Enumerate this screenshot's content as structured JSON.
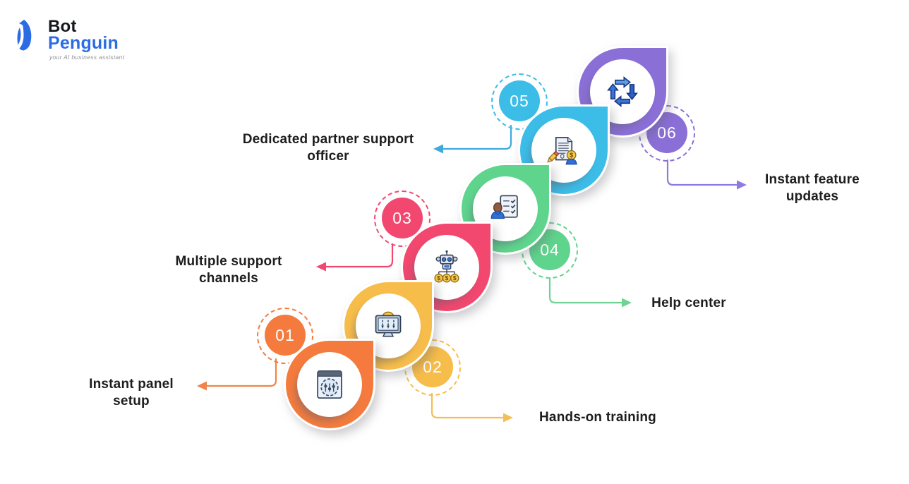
{
  "logo": {
    "brand_top": "Bot",
    "brand_bottom": "Penguin",
    "tagline": "your AI business assistant",
    "brand_color": "#2B6CE4",
    "text_color": "#15181D"
  },
  "glyphs": {
    "dollar": "$"
  },
  "page_background": "#FFFFFF",
  "label_text_color": "#1D1D1F",
  "steps": [
    {
      "number": "01",
      "label": "Instant panel setup",
      "color": "#F47B3D",
      "icon": "panel-setup-icon",
      "label_side": "left"
    },
    {
      "number": "02",
      "label": "Hands-on training",
      "color": "#F7BD4A",
      "icon": "training-icon",
      "label_side": "right"
    },
    {
      "number": "03",
      "label": "Multiple support channels",
      "color": "#F2476E",
      "icon": "support-channels-icon",
      "label_side": "left"
    },
    {
      "number": "04",
      "label": "Help center",
      "color": "#5FD48D",
      "icon": "help-center-icon",
      "label_side": "right"
    },
    {
      "number": "05",
      "label": "Dedicated partner support officer",
      "color": "#3BBDE8",
      "icon": "support-officer-icon",
      "label_side": "left"
    },
    {
      "number": "06",
      "label": "Instant feature updates",
      "color": "#8A6FD7",
      "icon": "feature-updates-icon",
      "label_side": "right"
    }
  ]
}
